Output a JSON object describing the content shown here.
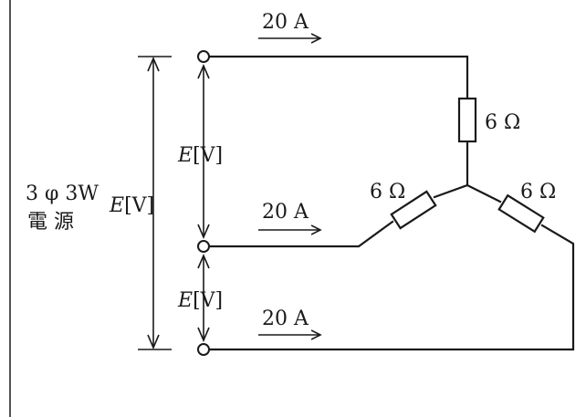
{
  "diagram": {
    "currents": {
      "line1": "20 A",
      "line2": "20 A",
      "line3": "20 A"
    },
    "resistors": {
      "top": "6 Ω",
      "left": "6 Ω",
      "right": "6 Ω"
    },
    "voltages": {
      "symbol": "E",
      "unit": "[V]"
    },
    "source": {
      "type": "3 φ 3W",
      "name": "電 源"
    }
  }
}
